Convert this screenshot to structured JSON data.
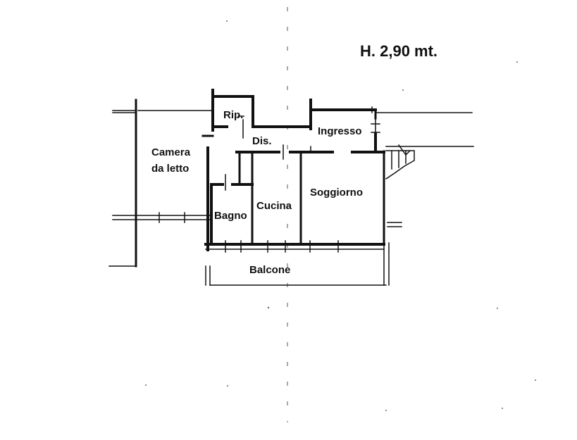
{
  "plan": {
    "height_note": "H. 2,90 mt.",
    "rooms": {
      "rip": "Rip.",
      "dis": "Dis.",
      "ingresso": "Ingresso",
      "camera_line1": "Camera",
      "camera_line2": "da letto",
      "soggiorno": "Soggiorno",
      "cucina": "Cucina",
      "bagno": "Bagno",
      "balcone": "Balcone"
    }
  }
}
